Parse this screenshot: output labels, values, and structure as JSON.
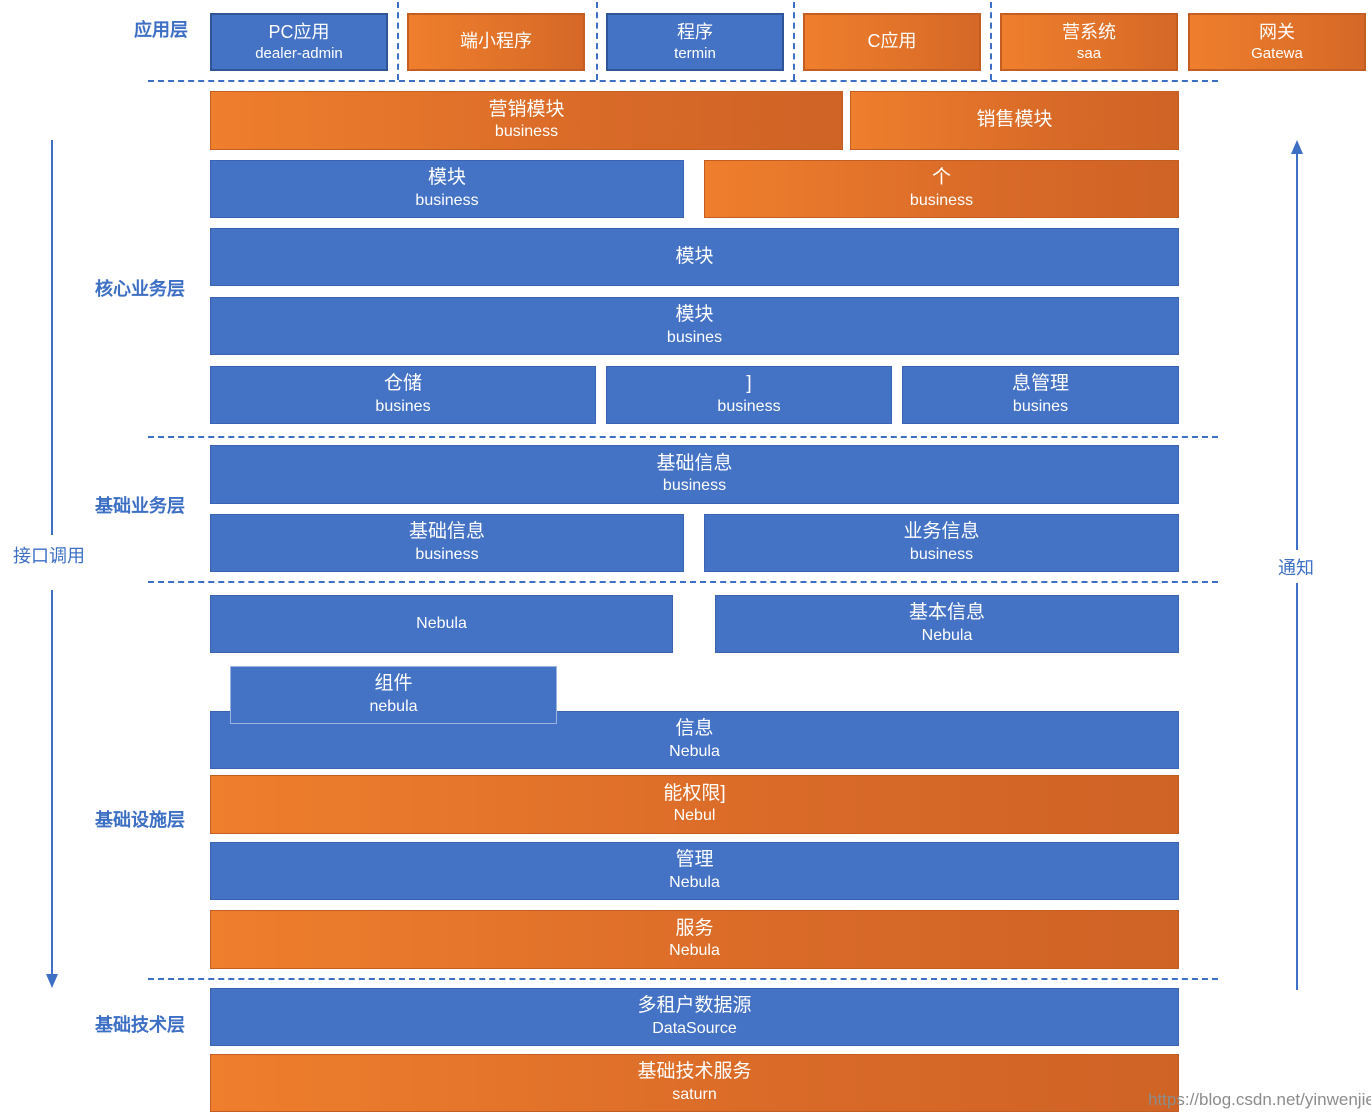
{
  "layers": {
    "app": "应用层",
    "core": "核心业务层",
    "base_business": "基础业务层",
    "infra": "基础设施层",
    "tech": "基础技术层"
  },
  "side": {
    "left": "接口调用",
    "right": "通知"
  },
  "app_boxes": [
    {
      "title": "PC应用",
      "sub": "dealer-admin"
    },
    {
      "title": "端小程序",
      "sub": ""
    },
    {
      "title": "程序",
      "sub": "termin"
    },
    {
      "title": "C应用",
      "sub": ""
    },
    {
      "title": "营系统",
      "sub": "saa"
    },
    {
      "title": "网关",
      "sub": "Gatewa"
    }
  ],
  "core_boxes": [
    {
      "title": "营销模块",
      "sub": "business"
    },
    {
      "title": "销售模块",
      "sub": ""
    },
    {
      "title": "模块",
      "sub": "business"
    },
    {
      "title": "个",
      "sub": "business"
    },
    {
      "title": "模块",
      "sub": ""
    },
    {
      "title": "模块",
      "sub": "busines"
    },
    {
      "title": "仓储",
      "sub": "busines"
    },
    {
      "title": "]",
      "sub": "business"
    },
    {
      "title": "息管理",
      "sub": "busines"
    }
  ],
  "base_boxes": [
    {
      "title": "基础信息",
      "sub": "business"
    },
    {
      "title": "基础信息",
      "sub": "business"
    },
    {
      "title": "业务信息",
      "sub": "business"
    }
  ],
  "infra_boxes": [
    {
      "title": "",
      "sub": "Nebula"
    },
    {
      "title": "基本信息",
      "sub": "Nebula"
    },
    {
      "title": "组件",
      "sub": "nebula"
    },
    {
      "title": "信息",
      "sub": "Nebula"
    },
    {
      "title": "能权限]",
      "sub": "Nebul"
    },
    {
      "title": "管理",
      "sub": "Nebula"
    },
    {
      "title": "服务",
      "sub": "Nebula"
    }
  ],
  "tech_boxes": [
    {
      "title": "多租户数据源",
      "sub": "DataSource"
    },
    {
      "title": "基础技术服务",
      "sub": "saturn"
    }
  ],
  "watermark": "https://blog.csdn.net/yinwenjie",
  "colors": {
    "blue": "#4472c4",
    "orange": "#ed7d31",
    "label": "#3d6fc4"
  }
}
